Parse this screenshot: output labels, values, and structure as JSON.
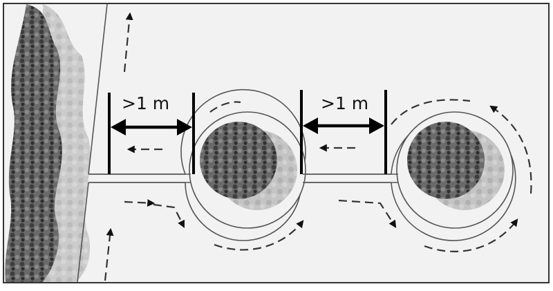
{
  "diagram": {
    "spacing_labels": [
      ">1 m",
      ">1 m"
    ],
    "colors": {
      "background": "#f2f2f2",
      "border": "#333333",
      "tree_canopy": "#6e6e6e",
      "hedge": "#5a5a5a",
      "flow_arrows": "#333333"
    },
    "icons": [
      "hedge-foliage",
      "tree-canopy",
      "flow-arrow"
    ]
  }
}
